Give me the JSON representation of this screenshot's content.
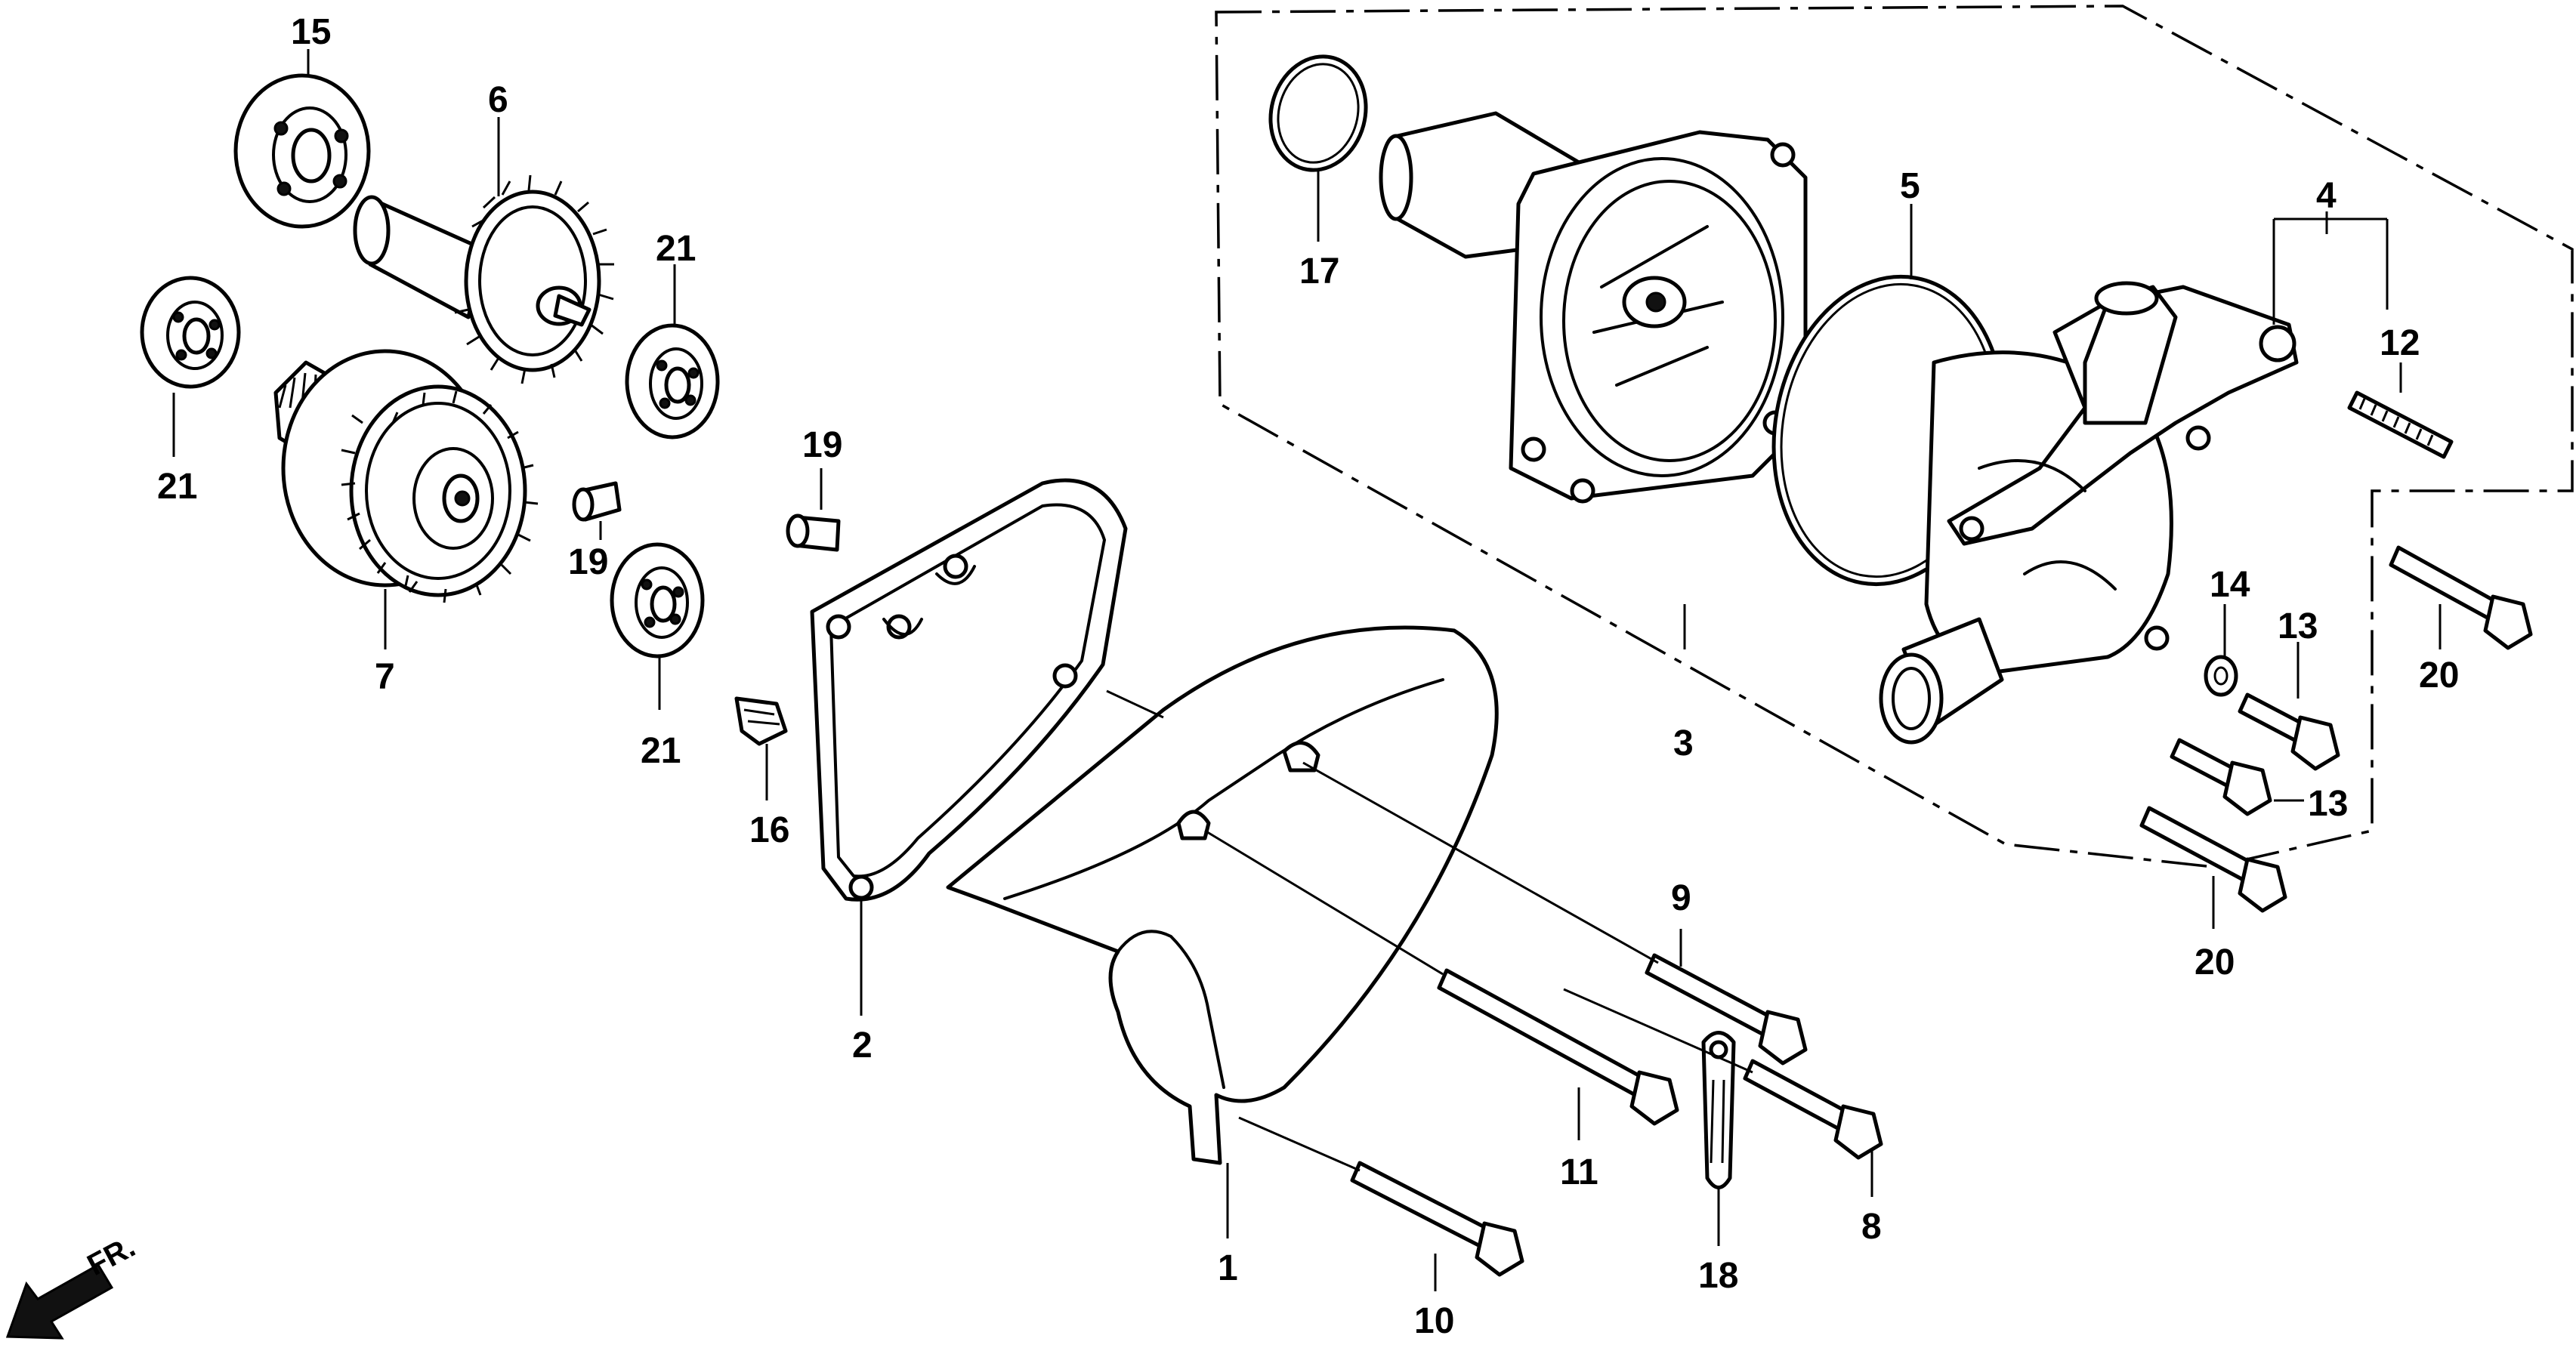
{
  "callouts": {
    "c1": "1",
    "c2": "2",
    "c3": "3",
    "c4": "4",
    "c5": "5",
    "c6": "6",
    "c7": "7",
    "c8": "8",
    "c9": "9",
    "c10": "10",
    "c11": "11",
    "c12": "12",
    "c13a": "13",
    "c13b": "13",
    "c14": "14",
    "c15": "15",
    "c16": "16",
    "c17": "17",
    "c18": "18",
    "c19a": "19",
    "c19b": "19",
    "c20a": "20",
    "c20b": "20",
    "c21a": "21",
    "c21b": "21",
    "c21c": "21"
  },
  "direction_marker": {
    "label": "FR."
  }
}
